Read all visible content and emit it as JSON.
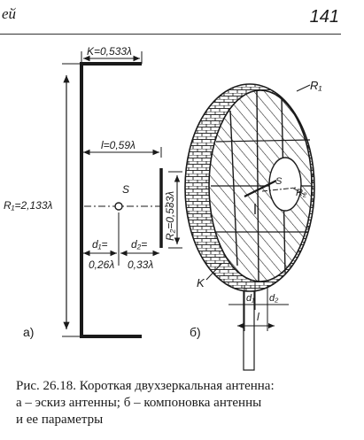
{
  "header": {
    "left_text": "ей",
    "page_number": "141"
  },
  "sketch_a": {
    "panel_label": "а)",
    "K": "K=0,533λ",
    "l": "l=0,59λ",
    "R1": "R₁=2,133λ",
    "R2": "R₂=0,533λ",
    "S": "S",
    "d1": "d₁=",
    "d2": "d₂=",
    "d1_value": "0,26λ",
    "d2_value": "0,33λ"
  },
  "sketch_b": {
    "panel_label": "б)",
    "R1": "R₁",
    "R2": "R₂",
    "S": "S",
    "K": "K",
    "d1": "d₁",
    "d2": "d₂",
    "l": "l"
  },
  "caption": {
    "line1": "Рис. 26.18. Короткая двухзеркальная антенна:",
    "line2": "а – эскиз антенны; б – компоновка антенны",
    "line3": "и ее параметры"
  }
}
